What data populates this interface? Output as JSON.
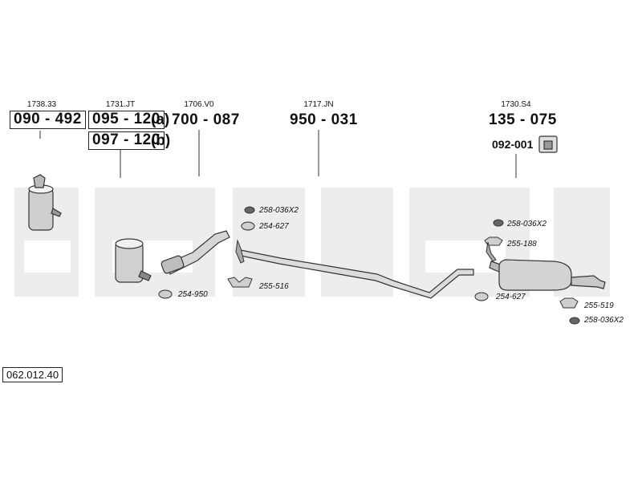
{
  "watermark": {
    "color": "#ededed"
  },
  "parts": [
    {
      "ref": "1738.33",
      "number": "090 - 492"
    },
    {
      "ref": "1731.JT",
      "number": "095 - 120",
      "variant": "(a)"
    },
    {
      "number": "097 - 120",
      "variant": "(b)"
    },
    {
      "ref": "1706.V0",
      "number": "700 - 087"
    },
    {
      "ref": "1717.JN",
      "number": "950 - 031"
    },
    {
      "ref": "1730.S4",
      "number": "135 - 075"
    },
    {
      "number": "092-001"
    }
  ],
  "hardware": [
    {
      "code": "258-036X2"
    },
    {
      "code": "254-627"
    },
    {
      "code": "254-950"
    },
    {
      "code": "255-516"
    },
    {
      "code": "258-036X2"
    },
    {
      "code": "255-188"
    },
    {
      "code": "254-627"
    },
    {
      "code": "255-519"
    },
    {
      "code": "258-036X2"
    }
  ],
  "catalog_code": "062.012.40"
}
